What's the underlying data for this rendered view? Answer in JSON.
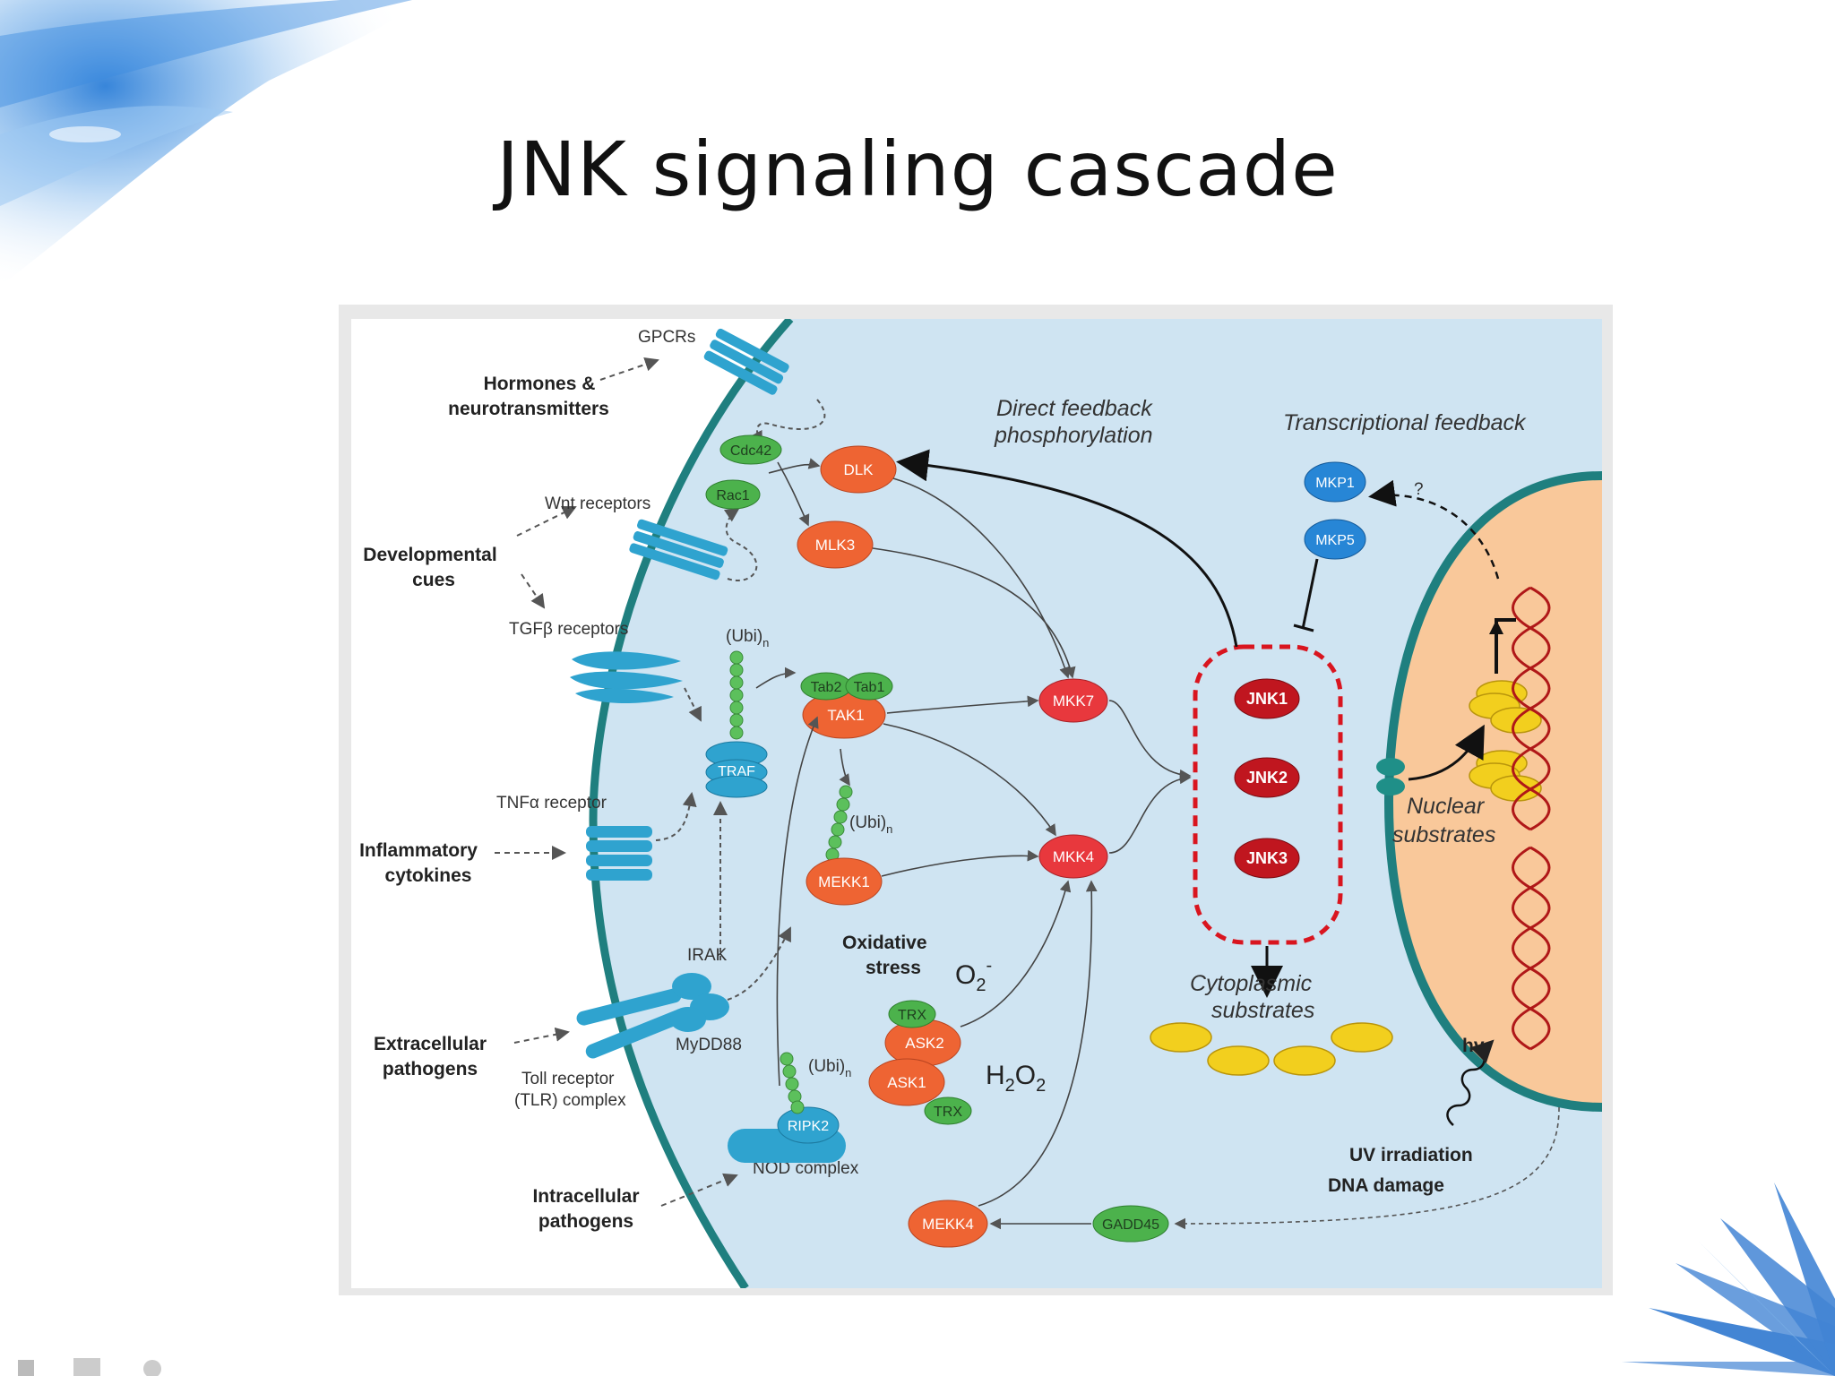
{
  "slide": {
    "title": "JNK signaling cascade"
  },
  "colors": {
    "cytoplasm": "#cfe4f2",
    "membrane": "#1f7f7f",
    "nucleus": "#f9c89a",
    "kinase_orange": "#ee6433",
    "kinase_red": "#e8383d",
    "jnk": "#c0161f",
    "adaptor_green": "#4cb24c",
    "receptor_blue": "#2fa3cf",
    "phosphatase_blue": "#2786d6",
    "substrate_yellow": "#f2cf1e",
    "dna": "#b01818"
  },
  "diagram": {
    "extracellular": {
      "hormones": "Hormones &",
      "hormones2": "neurotransmitters",
      "developmental": "Developmental",
      "developmental2": "cues",
      "inflammatory": "Inflammatory",
      "inflammatory2": "cytokines",
      "extracellular_pathogens": "Extracellular",
      "extracellular_pathogens2": "pathogens",
      "intracellular_pathogens": "Intracellular",
      "intracellular_pathogens2": "pathogens"
    },
    "receptors": {
      "gpcrs": "GPCRs",
      "wnt": "Wnt receptors",
      "tgfb": "TGFβ receptors",
      "tnfa": "TNFα receptor",
      "irak": "IRAK",
      "myd88": "MyDD88",
      "toll": "Toll receptor",
      "toll2": "(TLR) complex",
      "nod": "NOD complex"
    },
    "nodes": {
      "cdc42": "Cdc42",
      "rac1": "Rac1",
      "dlk": "DLK",
      "mlk3": "MLK3",
      "tab2": "Tab2",
      "tab1": "Tab1",
      "tak1": "TAK1",
      "traf": "TRAF",
      "mekk1": "MEKK1",
      "ripk2": "RIPK2",
      "trx": "TRX",
      "ask2": "ASK2",
      "ask1": "ASK1",
      "mekk4": "MEKK4",
      "gadd45": "GADD45",
      "mkk7": "MKK7",
      "mkk4": "MKK4",
      "jnk1": "JNK1",
      "jnk2": "JNK2",
      "jnk3": "JNK3",
      "mkp1": "MKP1",
      "mkp5": "MKP5"
    },
    "ubiquitin": {
      "ubi_base": "(Ubi)",
      "ubi_sub": "n"
    },
    "labels": {
      "oxidative": "Oxidative",
      "oxidative2": "stress",
      "o2": "O",
      "o2_sub": "2",
      "o2_sup": "-",
      "h2o2_h": "H",
      "h2o2_2a": "2",
      "h2o2_o": "O",
      "h2o2_2b": "2",
      "direct_feedback": "Direct feedback",
      "direct_feedback2": "phosphorylation",
      "transcriptional_feedback": "Transcriptional feedback",
      "question": "?",
      "nuclear_substrates": "Nuclear",
      "nuclear_substrates2": "substrates",
      "cytoplasmic_substrates": "Cytoplasmic",
      "cytoplasmic_substrates2": "substrates",
      "hv": "hv",
      "uv": "UV irradiation",
      "dna_damage": "DNA damage"
    }
  }
}
